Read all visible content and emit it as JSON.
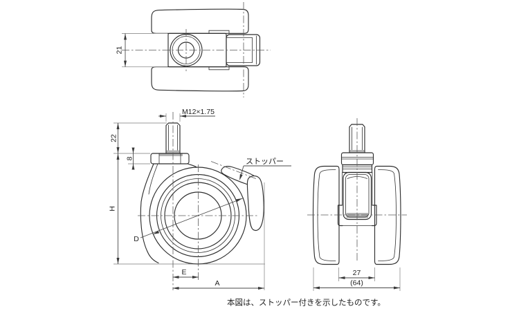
{
  "drawing": {
    "top_view": {
      "body_width_dim": "21"
    },
    "side_view": {
      "thread_label": "M12×1.75",
      "stem_length_dim": "22",
      "collar_height_dim": "8",
      "total_height_dim": "H",
      "wheel_diameter_dim": "D",
      "swivel_offset_dim": "E",
      "total_length_dim": "A",
      "stopper_label": "ストッパー"
    },
    "front_view": {
      "tread_width_dim": "27",
      "overall_width_dim": "(64)"
    },
    "note": "本図は、ストッパー付きを示したものです。",
    "colors": {
      "line": "#2e2e2e",
      "dimension": "#4a4a4a",
      "extension": "#9a9a9a",
      "shade": "#b3b3b3",
      "background": "#ffffff"
    }
  }
}
